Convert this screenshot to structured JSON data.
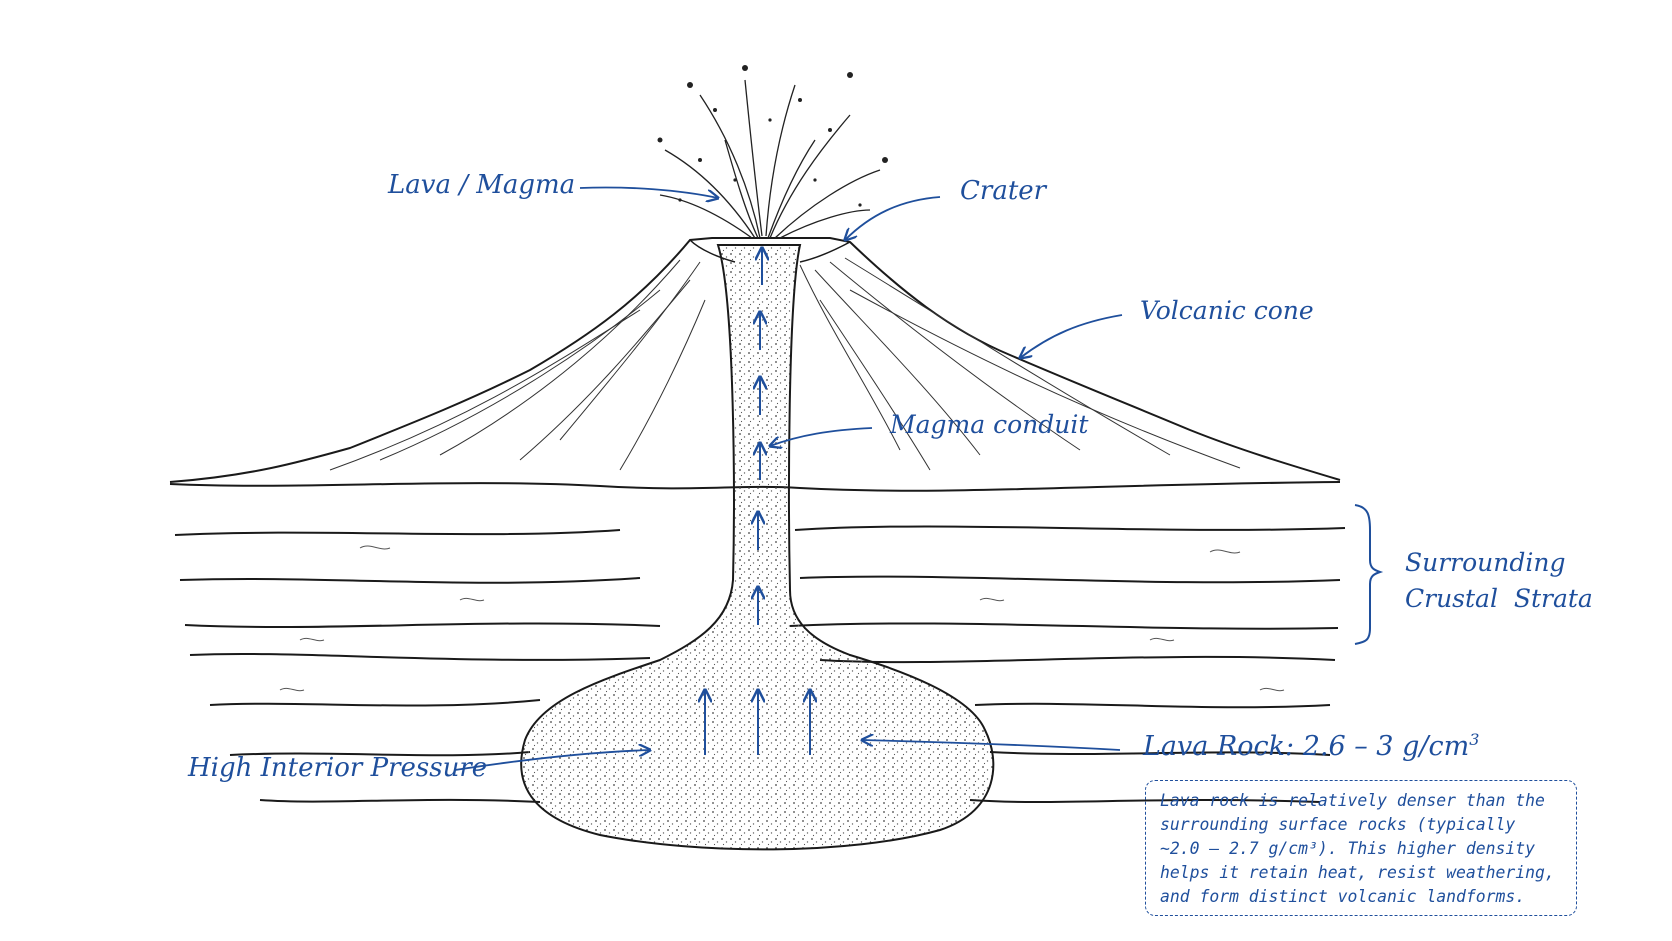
{
  "labels": {
    "lava_magma": "Lava / Magma",
    "crater": "Crater",
    "volcanic_cone": "Volcanic cone",
    "magma_conduit": "Magma conduit",
    "strata": "Surrounding\nCrustal  Strata",
    "pressure": "High Interior Pressure",
    "lava_rock": "Lava Rock: 2.6 – 3 g/cm",
    "lava_rock_exp": "3"
  },
  "note": {
    "lines": [
      "Lava rock is relatively denser than the",
      "surrounding surface rocks (typically",
      "~2.0 – 2.7 g/cm³). This higher density",
      "helps it retain heat, resist weathering,",
      "and form distinct volcanic landforms."
    ]
  },
  "colors": {
    "ink": "#1a1a1a",
    "annotation": "#1f4f9c",
    "background": "#ffffff"
  }
}
